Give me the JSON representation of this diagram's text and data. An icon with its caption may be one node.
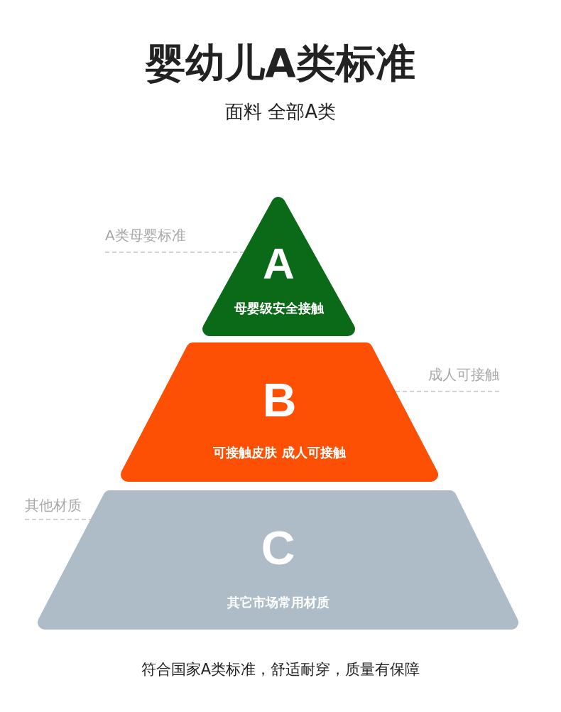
{
  "diagram": {
    "title": "婴幼儿**A类**标准",
    "nodes": [
      {
        "text": [
          "A",
          "母婴级安全接触"
        ]
      },
      {
        "text": [
          "B",
          "可接触皮肤 成人可接触"
        ]
      },
      {
        "text": [
          "C",
          "其它市场常用材质"
        ]
      },
      {
        "text": [
          "A类母婴标准"
        ]
      },
      {
        "text": [
          "成人可接触"
        ]
      },
      {
        "text": [
          "其他材质"
        ]
      }
    ],
    "edges": [
      {
        "from": 3,
        "to": 0,
        "arrow": "none",
        "style": "dashed"
      },
      {
        "from": 4,
        "to": 1,
        "arrow": "none",
        "style": "dashed"
      },
      {
        "from": 5,
        "to": 2,
        "arrow": "none",
        "style": "dashed"
      }
    ],
    "labels": [
      "面料 全部A类",
      "符合国家A类标准，舒适耐穿，质量有保障"
    ]
  }
}
